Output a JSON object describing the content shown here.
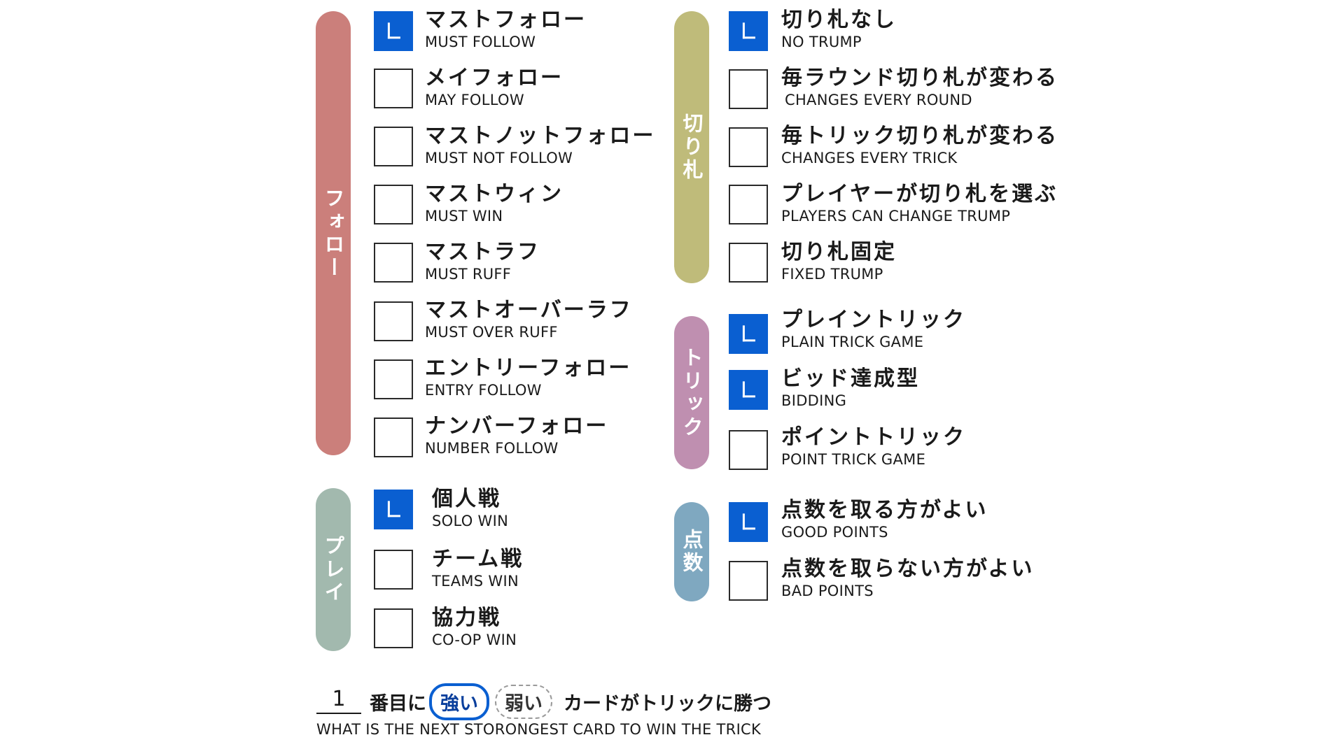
{
  "colors": {
    "accent": "#0a5fd1",
    "follow": "#cb7f7b",
    "trump": "#bfbb7a",
    "trick": "#bf8fb0",
    "play": "#a2b9ae",
    "points": "#7fa8c0"
  },
  "categories": {
    "follow": "フォロー",
    "trump": "切り札",
    "trick": "トリック",
    "play": "プレイ",
    "points": "点数"
  },
  "follow": {
    "items": [
      {
        "jp": "マストフォロー",
        "en": "MUST FOLLOW",
        "checked": true
      },
      {
        "jp": "メイフォロー",
        "en": "MAY FOLLOW",
        "checked": false
      },
      {
        "jp": "マストノットフォロー",
        "en": "MUST NOT FOLLOW",
        "checked": false
      },
      {
        "jp": "マストウィン",
        "en": "MUST WIN",
        "checked": false
      },
      {
        "jp": "マストラフ",
        "en": "MUST RUFF",
        "checked": false
      },
      {
        "jp": "マストオーバーラフ",
        "en": "MUST OVER RUFF",
        "checked": false
      },
      {
        "jp": "エントリーフォロー",
        "en": "ENTRY FOLLOW",
        "checked": false
      },
      {
        "jp": "ナンバーフォロー",
        "en": "NUMBER FOLLOW",
        "checked": false
      }
    ]
  },
  "play": {
    "items": [
      {
        "jp": "個人戦",
        "en": "SOLO WIN",
        "checked": true
      },
      {
        "jp": "チーム戦",
        "en": "TEAMS WIN",
        "checked": false
      },
      {
        "jp": "協力戦",
        "en": "CO-OP WIN",
        "checked": false
      }
    ]
  },
  "trump": {
    "items": [
      {
        "jp": "切り札なし",
        "en": "NO TRUMP",
        "checked": true
      },
      {
        "jp": "毎ラウンド切り札が変わる",
        "en": "CHANGES EVERY ROUND",
        "checked": false
      },
      {
        "jp": "毎トリック切り札が変わる",
        "en": "CHANGES EVERY TRICK",
        "checked": false
      },
      {
        "jp": "プレイヤーが切り札を選ぶ",
        "en": "PLAYERS CAN CHANGE TRUMP",
        "checked": false
      },
      {
        "jp": "切り札固定",
        "en": "FIXED TRUMP",
        "checked": false
      }
    ]
  },
  "trick": {
    "items": [
      {
        "jp": "プレイントリック",
        "en": "PLAIN TRICK GAME",
        "checked": true
      },
      {
        "jp": "ビッド達成型",
        "en": "BIDDING",
        "checked": true
      },
      {
        "jp": "ポイントトリック",
        "en": "POINT TRICK GAME",
        "checked": false
      }
    ]
  },
  "points": {
    "items": [
      {
        "jp": "点数を取る方がよい",
        "en": "GOOD POINTS",
        "checked": true
      },
      {
        "jp": "点数を取らない方がよい",
        "en": "BAD POINTS",
        "checked": false
      }
    ]
  },
  "bottom": {
    "number": "1",
    "text1": "番目に",
    "strong": "強い",
    "weak": "弱い",
    "text2": "カードがトリックに勝つ",
    "en": "WHAT IS THE NEXT STORONGEST CARD TO WIN THE TRICK"
  }
}
